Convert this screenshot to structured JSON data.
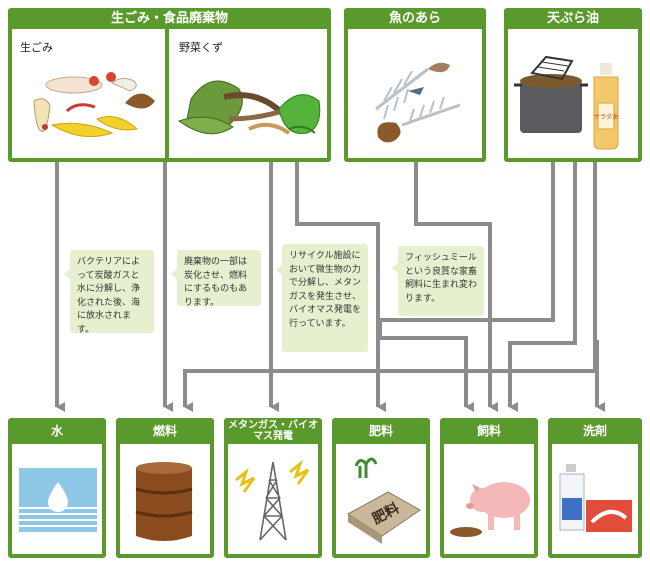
{
  "sources": {
    "kitchen": {
      "title": "生ごみ・食品廃棄物",
      "sub_left": "生ごみ",
      "sub_right": "野菜くず"
    },
    "fish": {
      "title": "魚のあら"
    },
    "oil": {
      "title": "天ぷら油",
      "bottle_label": "サラダ油"
    }
  },
  "notes": {
    "water": "バクテリアによって炭酸ガスと水に分解し、浄化された後、海に放水されます。",
    "fuel": "廃棄物の一部は炭化させ、燃料にするものもあります。",
    "biomass": "リサイクル施設において微生物の力で分解し、メタンガスを発生させ、バイオマス発電を行っています。",
    "feed": "フィッシュミールという良質な家畜飼料に生まれ変わります。"
  },
  "destinations": {
    "water": "水",
    "fuel": "燃料",
    "biomass": "メタンガス・バイオマス発電",
    "fertilizer": "肥料",
    "feed": "飼料",
    "detergent": "洗剤",
    "fertilizer_bag_text": "肥料"
  },
  "colors": {
    "green": "#5a9a2c",
    "arrow": "#8c8c8c",
    "note_bg": "#e6f0cf"
  }
}
